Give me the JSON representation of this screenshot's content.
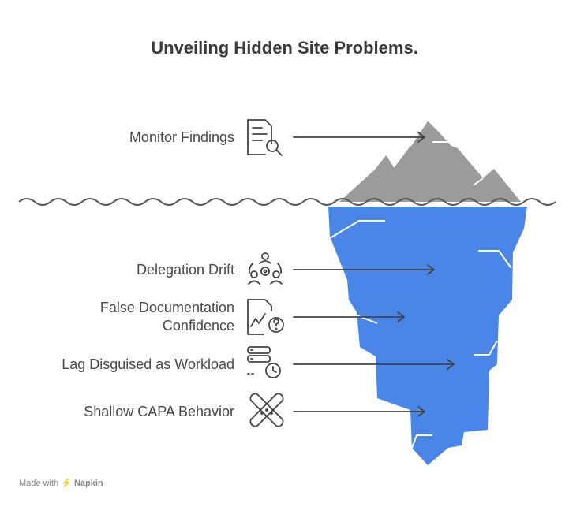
{
  "title": "Unveiling Hidden Site Problems.",
  "items": [
    {
      "label": "Monitor Findings",
      "icon": "document-search-icon"
    },
    {
      "label": "Delegation Drift",
      "icon": "team-gear-icon"
    },
    {
      "label": "False Documentation Confidence",
      "line1": "False Documentation",
      "line2": "Confidence",
      "icon": "document-chart-question-icon"
    },
    {
      "label": "Lag Disguised as Workload",
      "icon": "server-clock-icon"
    },
    {
      "label": "Shallow CAPA Behavior",
      "icon": "bandage-icon"
    }
  ],
  "footer": {
    "made_with": "Made with",
    "brand": "Napkin"
  },
  "colors": {
    "iceberg_below": "#4a86e8",
    "iceberg_above": "#9b9b9b",
    "ink": "#444444"
  }
}
